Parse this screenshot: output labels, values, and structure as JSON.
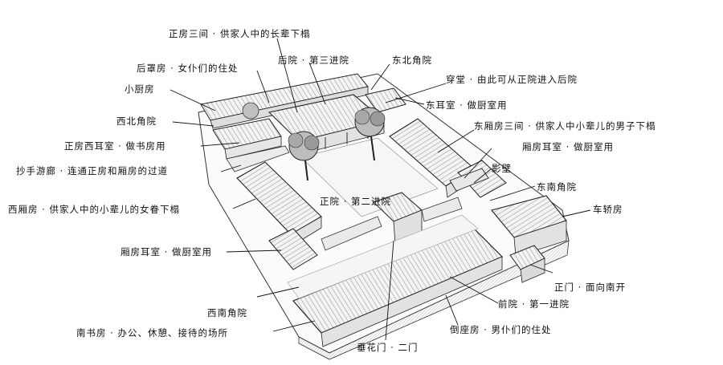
{
  "labels": {
    "zhengfang": "正房三间 · 供家人中的长辈下榻",
    "houzhaofang": "后罩房 · 女仆们的住处",
    "houyuan": "后院 · 第三进院",
    "dongbeijiaoyuan": "东北角院",
    "chuantang": "穿堂 · 由此可从正院进入后院",
    "xiaochufang": "小厨房",
    "dongershi": "东耳室 · 做厨室用",
    "xibeijiaoyuan": "西北角院",
    "dongxiangfang": "东厢房三间 · 供家人中小辈儿的男子下榻",
    "zhengfangxiershi": "正房西耳室 · 做书房用",
    "xiangfangershi_e": "厢房耳室 · 做厨室用",
    "chaoshouyoulang": "抄手游廊 · 连通正房和厢房的过道",
    "yingbi": "影壁",
    "zhengyuan": "正院 · 第二进院",
    "dongnanjiaoyuan": "东南角院",
    "xixiangfang": "西厢房 · 供家人中的小辈儿的女眷下榻",
    "chejiaofang": "车轿房",
    "xiangfangershi_w": "厢房耳室 · 做厨室用",
    "zhengmen": "正门 · 面向南开",
    "qianyuan": "前院 · 第一进院",
    "xinanjiaoyuan": "西南角院",
    "daozuofang": "倒座房 · 男仆们的住处",
    "nanshufang": "南书房 · 办公、休憩、接待的场所",
    "chuihuamen": "垂花门 · 二门"
  }
}
